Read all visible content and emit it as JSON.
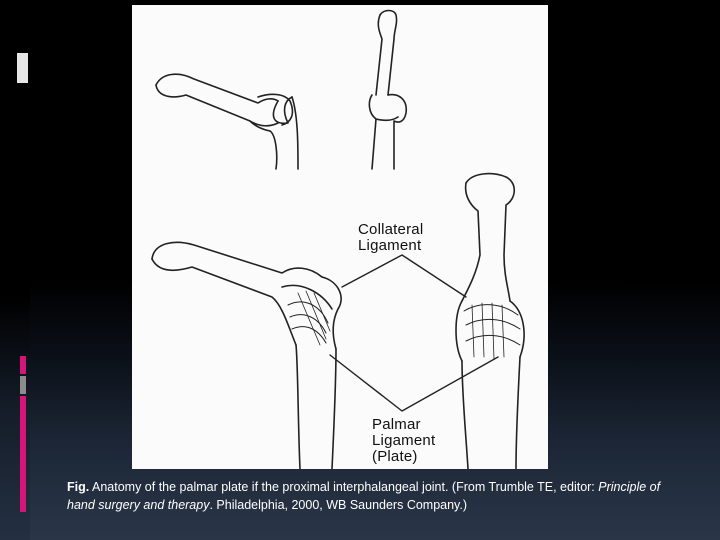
{
  "figure": {
    "label_collateral_1": "Collateral",
    "label_collateral_2": "Ligament",
    "label_palmar_1": "Palmar",
    "label_palmar_2": "Ligament",
    "label_palmar_3": "(Plate)"
  },
  "caption": {
    "prefix": "Fig.",
    "text_1": " Anatomy of the palmar plate if the proximal interphalangeal joint. (From Trumble TE, editor: ",
    "book_title": "Principle of hand surgery and therapy",
    "text_2": ". Philadelphia, 2000, WB Saunders Company.)"
  },
  "colors": {
    "accent_pink": "#d6157a",
    "accent_gray": "#8c8c8c",
    "background": "#000000",
    "caption_text": "#ffffff"
  }
}
